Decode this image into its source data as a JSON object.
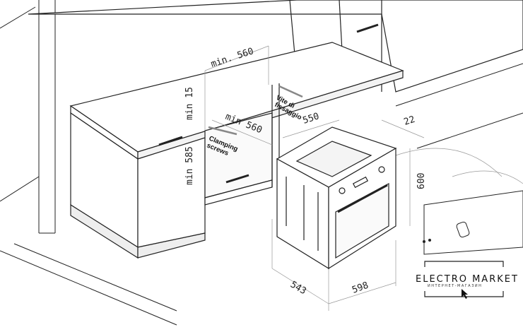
{
  "dimensions": {
    "niche_width_top": "min. 560",
    "niche_gap_top": "min 15",
    "niche_height": "min 585",
    "niche_width_inner": "min 560",
    "niche_depth": "550",
    "oven_front_thickness": "22",
    "oven_height": "600",
    "oven_depth": "543",
    "oven_width": "598"
  },
  "annotations": {
    "clamping_screws_en_1": "Clamping",
    "clamping_screws_en_2": "screws",
    "clamping_screws_it_1": "Vite di",
    "clamping_screws_it_2": "fissaggio"
  },
  "logo": {
    "title": "ELECTRO MARKET",
    "subtitle": "ИНТЕРНЕТ-МАГАЗИН"
  }
}
